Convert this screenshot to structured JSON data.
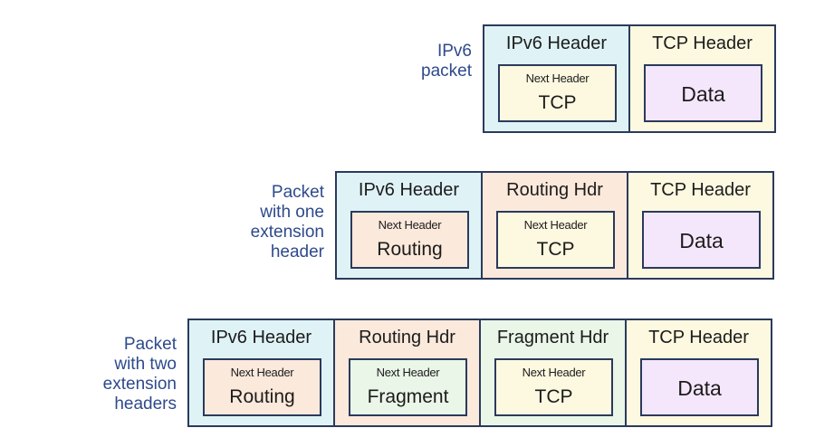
{
  "colors": {
    "ipv6_cell": "#dff3f6",
    "routing_cell": "#fbe9dc",
    "fragment_cell": "#eaf6e8",
    "tcp_cell": "#fdf9e0",
    "next_routing": "#fbe9dc",
    "next_fragment": "#eaf6e8",
    "next_tcp": "#fdf9e0",
    "data_box": "#f4e6fb",
    "label_text": "#2e4a8c",
    "border": "#2b3a5c"
  },
  "rows": [
    {
      "label": "IPv6\npacket",
      "cells": [
        {
          "title": "IPv6 Header",
          "kind": "ipv6",
          "next_label": "Next Header",
          "next_value": "TCP",
          "next_kind": "tcp"
        },
        {
          "title": "TCP Header",
          "kind": "tcp",
          "data": "Data"
        }
      ]
    },
    {
      "label": "Packet\nwith one\nextension\nheader",
      "cells": [
        {
          "title": "IPv6 Header",
          "kind": "ipv6",
          "next_label": "Next Header",
          "next_value": "Routing",
          "next_kind": "routing"
        },
        {
          "title": "Routing Hdr",
          "kind": "routing",
          "next_label": "Next Header",
          "next_value": "TCP",
          "next_kind": "tcp"
        },
        {
          "title": "TCP Header",
          "kind": "tcp",
          "data": "Data"
        }
      ]
    },
    {
      "label": "Packet\nwith two\nextension\nheaders",
      "cells": [
        {
          "title": "IPv6 Header",
          "kind": "ipv6",
          "next_label": "Next Header",
          "next_value": "Routing",
          "next_kind": "routing"
        },
        {
          "title": "Routing Hdr",
          "kind": "routing",
          "next_label": "Next Header",
          "next_value": "Fragment",
          "next_kind": "fragment"
        },
        {
          "title": "Fragment Hdr",
          "kind": "fragment",
          "next_label": "Next Header",
          "next_value": "TCP",
          "next_kind": "tcp"
        },
        {
          "title": "TCP Header",
          "kind": "tcp",
          "data": "Data"
        }
      ]
    }
  ]
}
